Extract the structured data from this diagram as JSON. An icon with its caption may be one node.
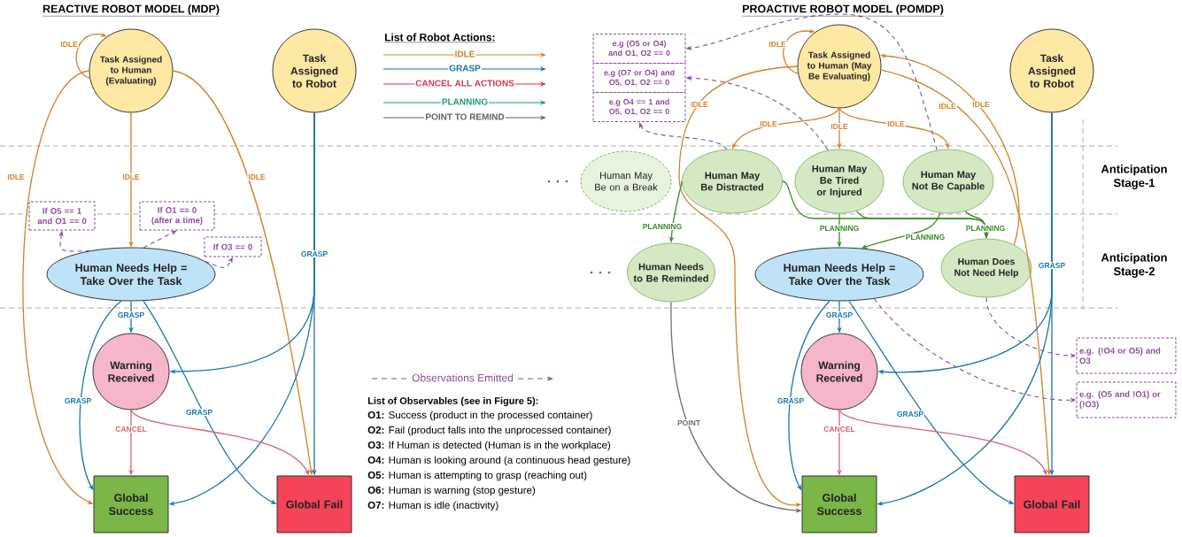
{
  "diagram": {
    "nodes": [
      {
        "text": [
          "Task Assigned to Human (Evaluating)"
        ]
      },
      {
        "text": [
          "Task Assigned to Robot"
        ]
      },
      {
        "text": [
          "If O5 == 1 and O1 == 0"
        ]
      },
      {
        "text": [
          "If O1 == 0 (after a time)"
        ]
      },
      {
        "text": [
          "If O3 == 0"
        ]
      },
      {
        "text": [
          "Human Needs Help = Take Over the Task"
        ]
      },
      {
        "text": [
          "Warning Received"
        ]
      },
      {
        "text": [
          "Global Success"
        ]
      },
      {
        "text": [
          "Global Fail"
        ]
      },
      {
        "text": [
          "e.g (O5 or O4) and O1, O2 == 0"
        ]
      },
      {
        "text": [
          "e.g (O7 or O4) and O5, O1, O2 == 0"
        ]
      },
      {
        "text": [
          "e.g O4 == 1 and O5, O1, O2 == 0"
        ]
      },
      {
        "text": [
          "Task Assigned to Human (May Be Evaluating)"
        ]
      },
      {
        "text": [
          "Task Assigned to Robot"
        ]
      },
      {
        "text": [
          "Human May Be on a Break"
        ]
      },
      {
        "text": [
          "Human May Be Distracted"
        ]
      },
      {
        "text": [
          "Human May Be Tired or Injured"
        ]
      },
      {
        "text": [
          "Human May Not Be Capable"
        ]
      },
      {
        "text": [
          "Human Needs to Be Reminded"
        ]
      },
      {
        "text": [
          "Human Needs Help = Take Over the Task"
        ]
      },
      {
        "text": [
          "Human Does Not Need Help"
        ]
      },
      {
        "text": [
          "Warning Received"
        ]
      },
      {
        "text": [
          "Global Success"
        ]
      },
      {
        "text": [
          "Global Fail"
        ]
      },
      {
        "text": [
          "e.g. (!O4 or O5) and O3"
        ]
      },
      {
        "text": [
          "e.g. (O5 and !O1) or (!O3)"
        ]
      }
    ],
    "edges": [
      {
        "from": 0,
        "to": 0,
        "arrow": "to",
        "label": "IDLE",
        "color": "#d4812a"
      },
      {
        "from": 0,
        "to": 7,
        "arrow": "to",
        "label": "IDLE",
        "color": "#d4812a"
      },
      {
        "from": 0,
        "to": 5,
        "arrow": "to",
        "label": "IDLE",
        "color": "#d4812a"
      },
      {
        "from": 0,
        "to": 8,
        "arrow": "to",
        "label": "IDLE",
        "color": "#d4812a"
      },
      {
        "from": 1,
        "to": 6,
        "arrow": "to",
        "label": "GRASP"
      },
      {
        "from": 1,
        "to": 7,
        "arrow": "to"
      },
      {
        "from": 1,
        "to": 8,
        "arrow": "to"
      },
      {
        "from": 5,
        "to": 6,
        "arrow": "to",
        "label": "GRASP"
      },
      {
        "from": 5,
        "to": 7,
        "arrow": "to",
        "label": "GRASP"
      },
      {
        "from": 5,
        "to": 8,
        "arrow": "to",
        "label": "GRASP"
      },
      {
        "from": 6,
        "to": 7,
        "arrow": "to",
        "label": "CANCEL",
        "color": "#d9636f"
      },
      {
        "from": 6,
        "to": 8,
        "arrow": "to",
        "color": "#d9636f"
      },
      {
        "from": 5,
        "to": 2,
        "arrow": "to",
        "style": "dashed",
        "color": "#8b4c9c"
      },
      {
        "from": 5,
        "to": 3,
        "arrow": "to",
        "style": "dashed",
        "color": "#8b4c9c"
      },
      {
        "from": 5,
        "to": 4,
        "arrow": "to",
        "style": "dashed",
        "color": "#8b4c9c"
      },
      {
        "from": 12,
        "to": 12,
        "arrow": "to",
        "label": "IDLE",
        "color": "#d4812a"
      },
      {
        "from": 12,
        "to": 15,
        "arrow": "to",
        "label": "IDLE",
        "color": "#d4812a"
      },
      {
        "from": 12,
        "to": 16,
        "arrow": "to",
        "label": "IDLE",
        "color": "#d4812a"
      },
      {
        "from": 12,
        "to": 17,
        "arrow": "to",
        "label": "IDLE",
        "color": "#d4812a"
      },
      {
        "from": 12,
        "to": 22,
        "arrow": "to",
        "label": "IDLE",
        "color": "#d4812a"
      },
      {
        "from": 20,
        "to": 12,
        "arrow": "to",
        "label": "IDLE",
        "color": "#d4812a"
      },
      {
        "from": 12,
        "to": 23,
        "arrow": "to",
        "label": "IDLE",
        "color": "#d4812a"
      },
      {
        "from": 15,
        "to": 18,
        "arrow": "to",
        "label": "PLANNING",
        "color": "#3a8a2a"
      },
      {
        "from": 16,
        "to": 19,
        "arrow": "to",
        "label": "PLANNING",
        "color": "#3a8a2a"
      },
      {
        "from": 17,
        "to": 19,
        "arrow": "to",
        "label": "PLANNING",
        "color": "#3a8a2a"
      },
      {
        "from": 17,
        "to": 20,
        "arrow": "to",
        "label": "PLANNING",
        "color": "#3a8a2a"
      },
      {
        "from": 15,
        "to": 20,
        "arrow": "to",
        "color": "#3a8a2a"
      },
      {
        "from": 16,
        "to": 20,
        "arrow": "to",
        "color": "#3a8a2a"
      },
      {
        "from": 18,
        "to": 22,
        "arrow": "to",
        "label": "POINT",
        "color": "#6d6d6d"
      },
      {
        "from": 19,
        "to": 21,
        "arrow": "to",
        "label": "GRASP"
      },
      {
        "from": 19,
        "to": 22,
        "arrow": "to",
        "label": "GRASP"
      },
      {
        "from": 19,
        "to": 23,
        "arrow": "to",
        "label": "GRASP"
      },
      {
        "from": 13,
        "to": 21,
        "arrow": "to",
        "label": "GRASP"
      },
      {
        "from": 13,
        "to": 22,
        "arrow": "to"
      },
      {
        "from": 13,
        "to": 23,
        "arrow": "to"
      },
      {
        "from": 21,
        "to": 22,
        "arrow": "to",
        "label": "CANCEL",
        "color": "#d9636f"
      },
      {
        "from": 21,
        "to": 23,
        "arrow": "to",
        "color": "#d9636f"
      },
      {
        "from": 17,
        "to": 9,
        "arrow": "to",
        "style": "dashed",
        "color": "#8b4c9c"
      },
      {
        "from": 16,
        "to": 10,
        "arrow": "to",
        "style": "dashed",
        "color": "#8b4c9c"
      },
      {
        "from": 15,
        "to": 11,
        "arrow": "to",
        "style": "dashed",
        "color": "#8b4c9c"
      },
      {
        "from": 19,
        "to": 25,
        "arrow": "to",
        "style": "dashed",
        "color": "#8b4c9c"
      },
      {
        "from": 20,
        "to": 24,
        "arrow": "to",
        "style": "dashed",
        "color": "#8b4c9c"
      }
    ],
    "labels": [
      "REACTIVE ROBOT MODEL (MDP)",
      "PROACTIVE ROBOT MODEL (POMDP)",
      "List of Robot Actions:",
      "Anticipation Stage-1",
      "Anticipation Stage-2",
      "List of Observables (see in Figure 5):",
      "**O1:** Success (product in the processed container)",
      "**O2:** Fail (product falls into the unprocessed container)",
      "**O3:** If Human is detected (Human is in the workplace)",
      "**O4:** Human is looking around (a continuous head gesture)",
      "**O5:** Human is attempting to grasp (reaching out)",
      "**O6:** Human is warning (stop gesture)",
      "**O7:** Human is idle (inactivity)"
    ],
    "legend": [
      {
        "text": "IDLE"
      },
      {
        "text": "GRASP"
      },
      {
        "text": "CANCEL ALL ACTIONS"
      },
      {
        "text": "PLANNING"
      },
      {
        "text": "POINT TO REMIND"
      },
      {
        "text": "Observations Emitted"
      }
    ]
  }
}
